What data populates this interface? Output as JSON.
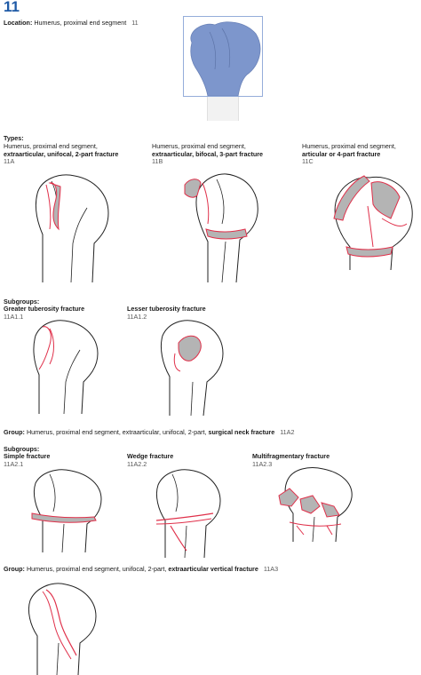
{
  "chapter_number": "11",
  "location": {
    "label": "Location:",
    "text": "Humerus, proximal end segment",
    "code": "11"
  },
  "types": {
    "heading": "Types:",
    "items": [
      {
        "line1": "Humerus, proximal end segment,",
        "bold_prefix": "",
        "bold": "extraarticular, unifocal, 2-part fracture",
        "code": "11A"
      },
      {
        "line1": "Humerus, proximal end segment,",
        "bold_prefix": "",
        "bold": "extraarticular, bifocal, 3-part fracture",
        "code": "11B"
      },
      {
        "line1": "Humerus, proximal end segment,",
        "bold_prefix": "",
        "bold": "articular or 4-part fracture",
        "code": "11C"
      }
    ]
  },
  "subgroups1": {
    "heading": "Subgroups:",
    "items": [
      {
        "title": "Greater tuberosity fracture",
        "code": "11A1.1"
      },
      {
        "title": "Lesser tuberosity fracture",
        "code": "11A1.2"
      }
    ]
  },
  "group2": {
    "label": "Group:",
    "text": "Humerus, proximal end segment, extraarticular, unifocal, 2-part,",
    "bold": "surgical neck fracture",
    "code": "11A2"
  },
  "subgroups2": {
    "heading": "Subgroups:",
    "items": [
      {
        "title": "Simple fracture",
        "code": "11A2.1"
      },
      {
        "title": "Wedge fracture",
        "code": "11A2.2"
      },
      {
        "title": "Multifragmentary fracture",
        "code": "11A2.3"
      }
    ]
  },
  "group3": {
    "label": "Group:",
    "text": "Humerus, proximal end segment, unifocal, 2-part,",
    "bold": "extraarticular vertical fracture",
    "code": "11A3"
  },
  "colors": {
    "accent": "#1f5aa6",
    "highlight_fill": "#7d96cc",
    "fracture_line": "#e0304a",
    "fragment_fill": "#b4b4b4"
  }
}
